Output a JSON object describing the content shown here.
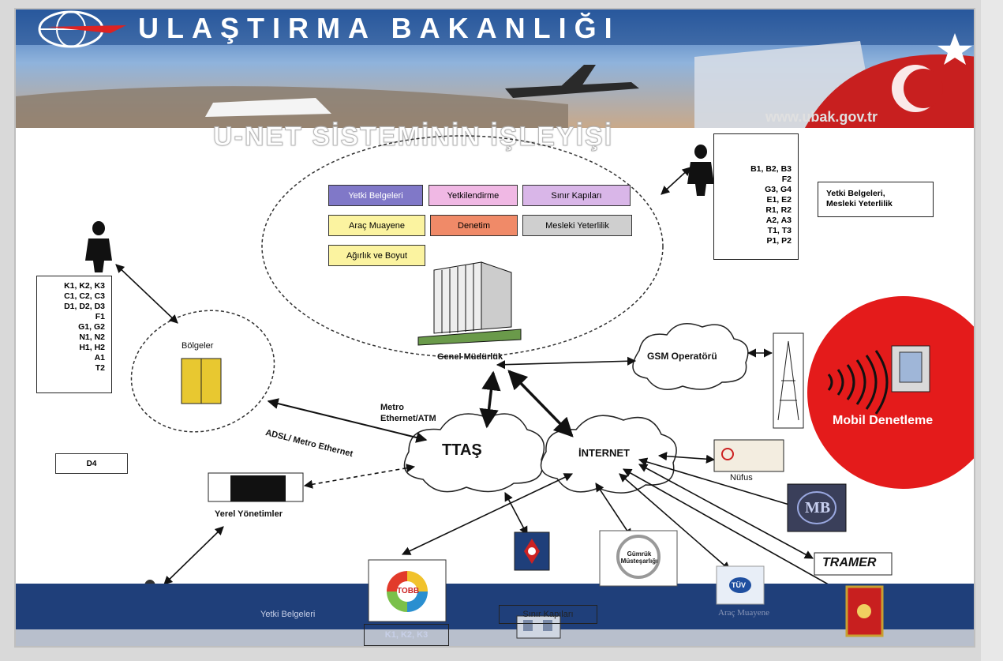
{
  "header": {
    "ministry_title": "ULAŞTIRMA BAKANLIĞI",
    "website": "www.ubak.gov.tr"
  },
  "diagram": {
    "title": "U-NET SİSTEMİNİN İŞLEYİŞİ",
    "hq_modules": [
      "Yetki Belgeleri",
      "Yetkilendirme",
      "Sınır Kapıları",
      "Araç Muayene",
      "Denetim",
      "Mesleki Yeterlilik",
      "Ağırlık ve Boyut"
    ],
    "hq_label": "Genel Müdürlük",
    "regions_label": "Bölgeler",
    "left_codes": "K1, K2, K3\nC1, C2, C3\nD1, D2, D3\nF1\nG1, G2\nN1, N2\nH1, H2\nA1\nT2",
    "right_codes": "B1, B2, B3\nF2\nG3, G4\nE1, E2\nR1, R2\nA2, A3\nT1, T3\nP1, P2",
    "right_note": "Yetki Belgeleri,\nMesleki Yeterlilik",
    "d4_label": "D4",
    "gsm_label": "GSM Operatörü",
    "mobile_label": "Mobil Denetleme",
    "ttas_label": "TTAŞ",
    "internet_label": "İNTERNET",
    "link_metro": "Metro\nEthernet/ATM",
    "link_adsl": "ADSL/ Metro Ethernet",
    "local_gov_label": "Yerel Yönetimler",
    "nufus_label": "Nüfus",
    "mb_logo": "MB",
    "tramer_logo": "TRAMER",
    "gumruk_label": "Gümrük Müsteşarlığı",
    "tobb_logo": "TOBB",
    "tuv_logo": "TÜV",
    "bottom_yetki": "Yetki Belgeleri",
    "bottom_sinir": "Sınır Kapıları",
    "bottom_arac": "Araç Muayene",
    "bottom_k": "K1, K2, K3"
  },
  "colors": {
    "header_blue": "#1d4a8c",
    "bottom_band": "#1f3f7a",
    "mod_yetki": "#8078c8",
    "mod_yetkilendirme": "#f0b8e4",
    "mod_sinir": "#d9b6e8",
    "mod_arac": "#fbf3a0",
    "mod_denetim": "#f08a68",
    "mod_mesleki": "#cfcfcf",
    "mod_agirlik": "#fbf3a0",
    "mobile_red": "#e41b1b"
  }
}
